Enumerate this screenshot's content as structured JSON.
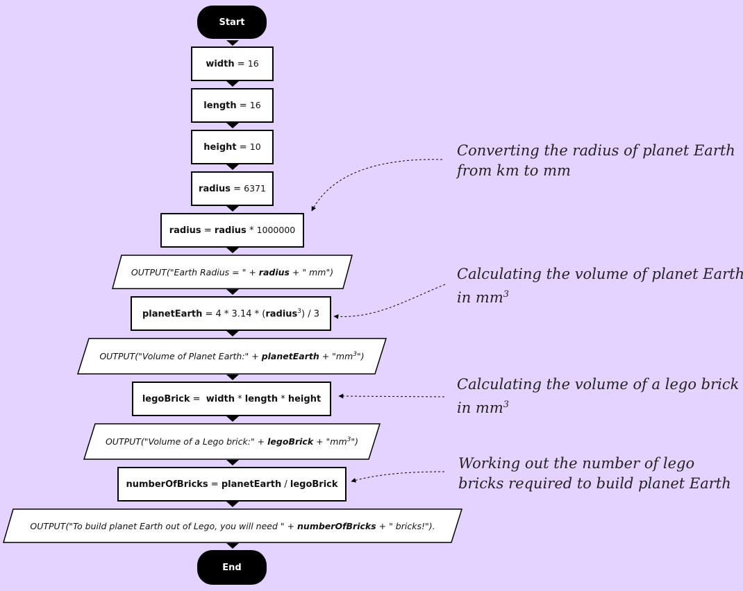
{
  "flow": {
    "start": "Start",
    "end": "End",
    "width": {
      "name": "width",
      "eq": " = ",
      "val": "16"
    },
    "length": {
      "name": "length",
      "eq": " = ",
      "val": "16"
    },
    "height": {
      "name": "height",
      "eq": " = ",
      "val": "10"
    },
    "radius": {
      "name": "radius",
      "eq": " = ",
      "val": "6371"
    },
    "radius_conv": {
      "lhs": "radius",
      "eq": " = ",
      "rhs_var": "radius",
      "op": " * ",
      "val": "1000000"
    },
    "out_radius": {
      "pre": "OUTPUT(\"Earth Radius = \" + ",
      "var": "radius",
      "post": " + \" mm\")"
    },
    "planet": {
      "lhs": "planetEarth",
      "expr1": " = 4 * 3.14 * (",
      "var": "radius",
      "exp": "3",
      "expr2": ") / 3"
    },
    "out_volume": {
      "pre": "OUTPUT(\"Volume of Planet Earth:\" + ",
      "var": "planetEarth",
      "mid": " + \"mm",
      "exp": "3",
      "post": "\")"
    },
    "lego": {
      "lhs": "legoBrick",
      "eq": " =  ",
      "w": "width",
      "op1": " * ",
      "l": "length",
      "op2": " * ",
      "h": "height"
    },
    "out_lego": {
      "pre": "OUTPUT(\"Volume of a Lego brick:\" + ",
      "var": "legoBrick",
      "mid": " + \"mm",
      "exp": "3",
      "post": "\")"
    },
    "bricks": {
      "lhs": "numberOfBricks",
      "eq": " = ",
      "a": "planetEarth",
      "op": " / ",
      "b": "legoBrick"
    },
    "out_bricks": {
      "pre": "OUTPUT(\"To build planet Earth out of Lego, you will need \" + ",
      "var": "numberOfBricks",
      "post": " + \" bricks!\")."
    }
  },
  "notes": {
    "n1": {
      "line1": "Converting the radius of planet Earth",
      "line2": "from km to mm"
    },
    "n2": {
      "line1": "Calculating the volume of planet Earth",
      "line2": "in mm",
      "exp": "3"
    },
    "n3": {
      "line1": "Calculating the volume of a lego brick",
      "line2": "in mm",
      "exp": "3"
    },
    "n4": {
      "line1": "Working out the number of lego",
      "line2": "bricks required to build planet Earth"
    }
  },
  "colors": {
    "background": "#e5d3ff",
    "terminal": "#000000",
    "box": "#ffffff",
    "stroke": "#000000"
  }
}
